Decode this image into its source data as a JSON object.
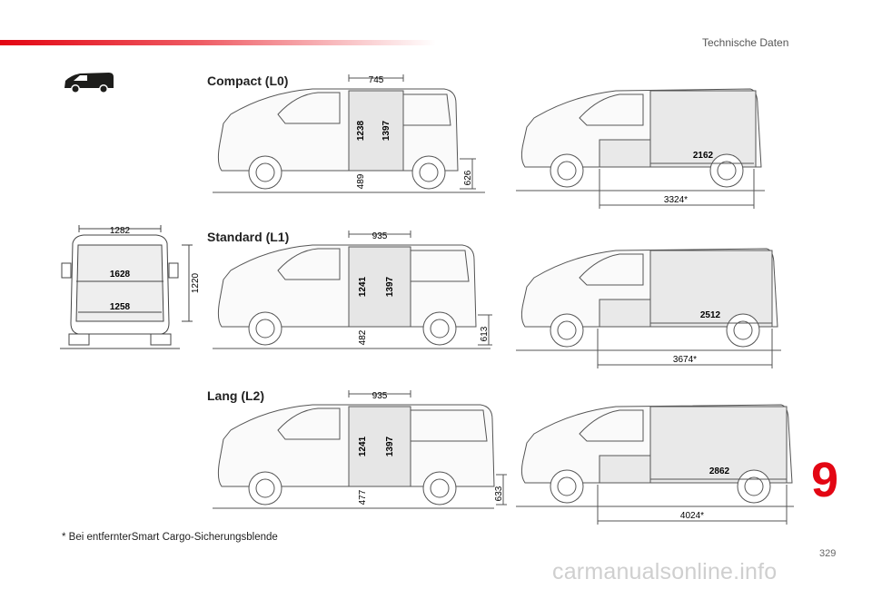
{
  "header": {
    "title": "Technische Daten"
  },
  "page_number": "329",
  "chapter_number": "9",
  "footnote": "* Bei entfernterSmart Cargo-Sicherungsblende",
  "watermark": "carmanualsonline.info",
  "accent_color": "#e30613",
  "icons": {
    "van": "van-icon"
  },
  "rear_view": {
    "width_top": "1282",
    "width_mid": "1628",
    "width_bottom": "1258",
    "height": "1220"
  },
  "sections": [
    {
      "title": "Compact (L0)",
      "side": {
        "door_width": "745",
        "door_height_inner": "1238",
        "door_height_outer": "1397",
        "sill": "489",
        "load_height": "626"
      },
      "cargo": {
        "floor_length": "2162",
        "max_length": "3324*"
      }
    },
    {
      "title": "Standard (L1)",
      "side": {
        "door_width": "935",
        "door_height_inner": "1241",
        "door_height_outer": "1397",
        "sill": "482",
        "load_height": "613"
      },
      "cargo": {
        "floor_length": "2512",
        "max_length": "3674*"
      }
    },
    {
      "title": "Lang (L2)",
      "side": {
        "door_width": "935",
        "door_height_inner": "1241",
        "door_height_outer": "1397",
        "sill": "477",
        "load_height": "633"
      },
      "cargo": {
        "floor_length": "2862",
        "max_length": "4024*"
      }
    }
  ]
}
